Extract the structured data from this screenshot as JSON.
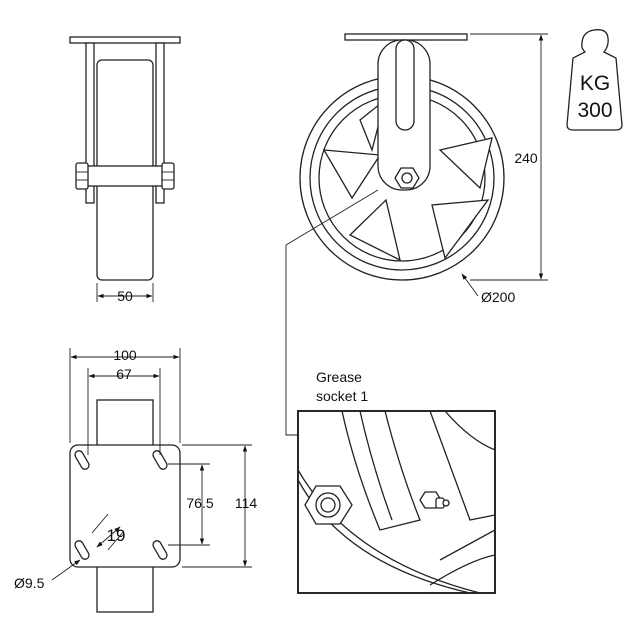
{
  "dimensions": {
    "wheel_width": "50",
    "plate_width": "100",
    "hole_spacing_x": "67",
    "hole_spacing_y": "76.5",
    "plate_length": "114",
    "hole_offset": "19",
    "hole_diameter": "Ø9.5",
    "total_height": "240",
    "wheel_diameter": "Ø200"
  },
  "callout": {
    "line1": "Grease",
    "line2": "socket 1"
  },
  "load_badge": {
    "unit": "KG",
    "value": "300"
  }
}
